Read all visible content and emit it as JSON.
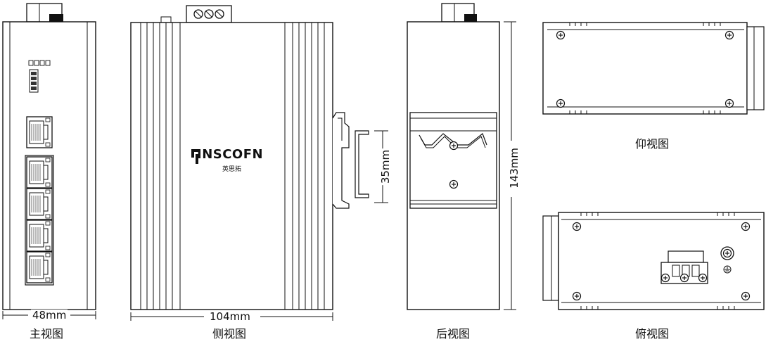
{
  "views": {
    "front": "主视图",
    "side": "侧视图",
    "rear": "后视图",
    "bottom": "仰视图",
    "top": "俯视图"
  },
  "dimensions": {
    "width": "48mm",
    "depth": "104mm",
    "rail": "35mm",
    "height": "143mm"
  },
  "brand": {
    "name": "INSCOFN",
    "subtitle": "英思拓"
  },
  "dip_switch_positions": 4,
  "rj45_ports": 5
}
